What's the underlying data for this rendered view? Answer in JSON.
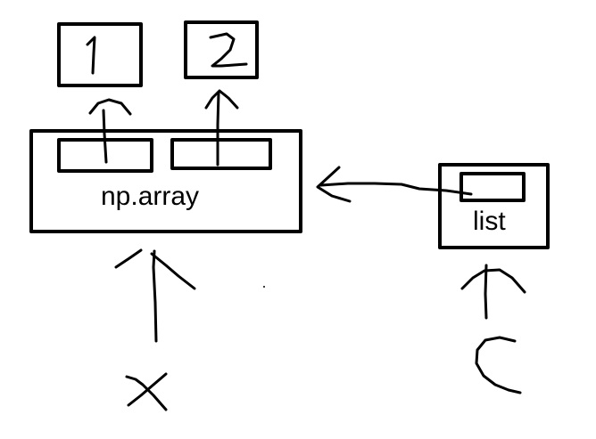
{
  "diagram": {
    "boxes": {
      "one": {
        "glyph": "1"
      },
      "two": {
        "glyph": "2"
      },
      "np_array": {
        "label": "np.array"
      },
      "list": {
        "label": "list"
      }
    },
    "variables": {
      "x": {
        "glyph": "x"
      },
      "c": {
        "glyph": "c"
      }
    },
    "colors": {
      "ink": "#000000",
      "background": "#ffffff"
    }
  }
}
